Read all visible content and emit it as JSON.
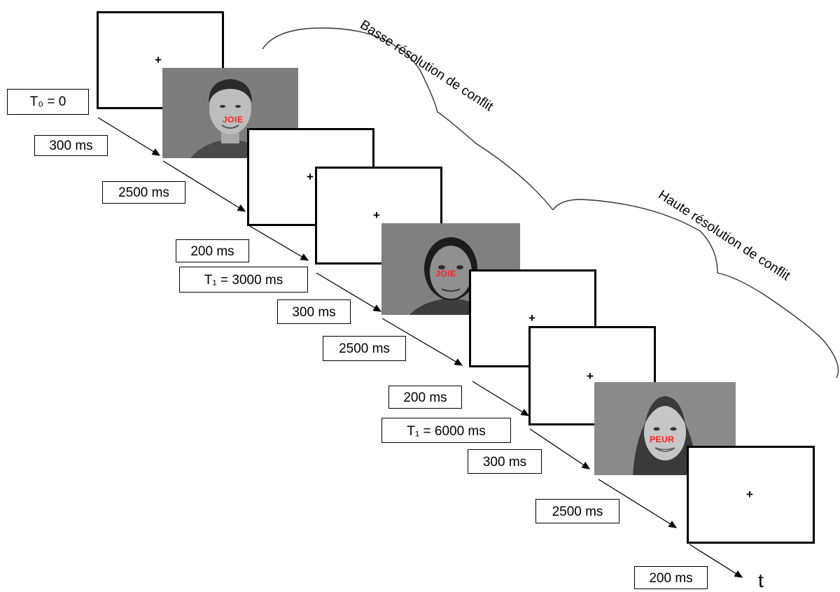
{
  "trials": [
    {
      "cue": "JOIE"
    },
    {
      "cue": "JOIE"
    },
    {
      "cue": "PEUR"
    }
  ],
  "fixation_symbol": "+",
  "labels": {
    "t0": "T₀ = 0",
    "l300a": "300 ms",
    "l2500a": "2500 ms",
    "l200a": "200 ms",
    "t1a": "T₁ = 3000 ms",
    "l300b": "300 ms",
    "l2500b": "2500 ms",
    "l200b": "200 ms",
    "t1b": "T₁ = 6000 ms",
    "l300c": "300 ms",
    "l2500c": "2500 ms",
    "l200c": "200 ms"
  },
  "braces": {
    "low": "Basse résolution de conflit",
    "high": "Haute résolution de conflit"
  },
  "axis_label": "t",
  "colors": {
    "cue_text": "#ff2020",
    "face_background": "#7f7f7f"
  }
}
